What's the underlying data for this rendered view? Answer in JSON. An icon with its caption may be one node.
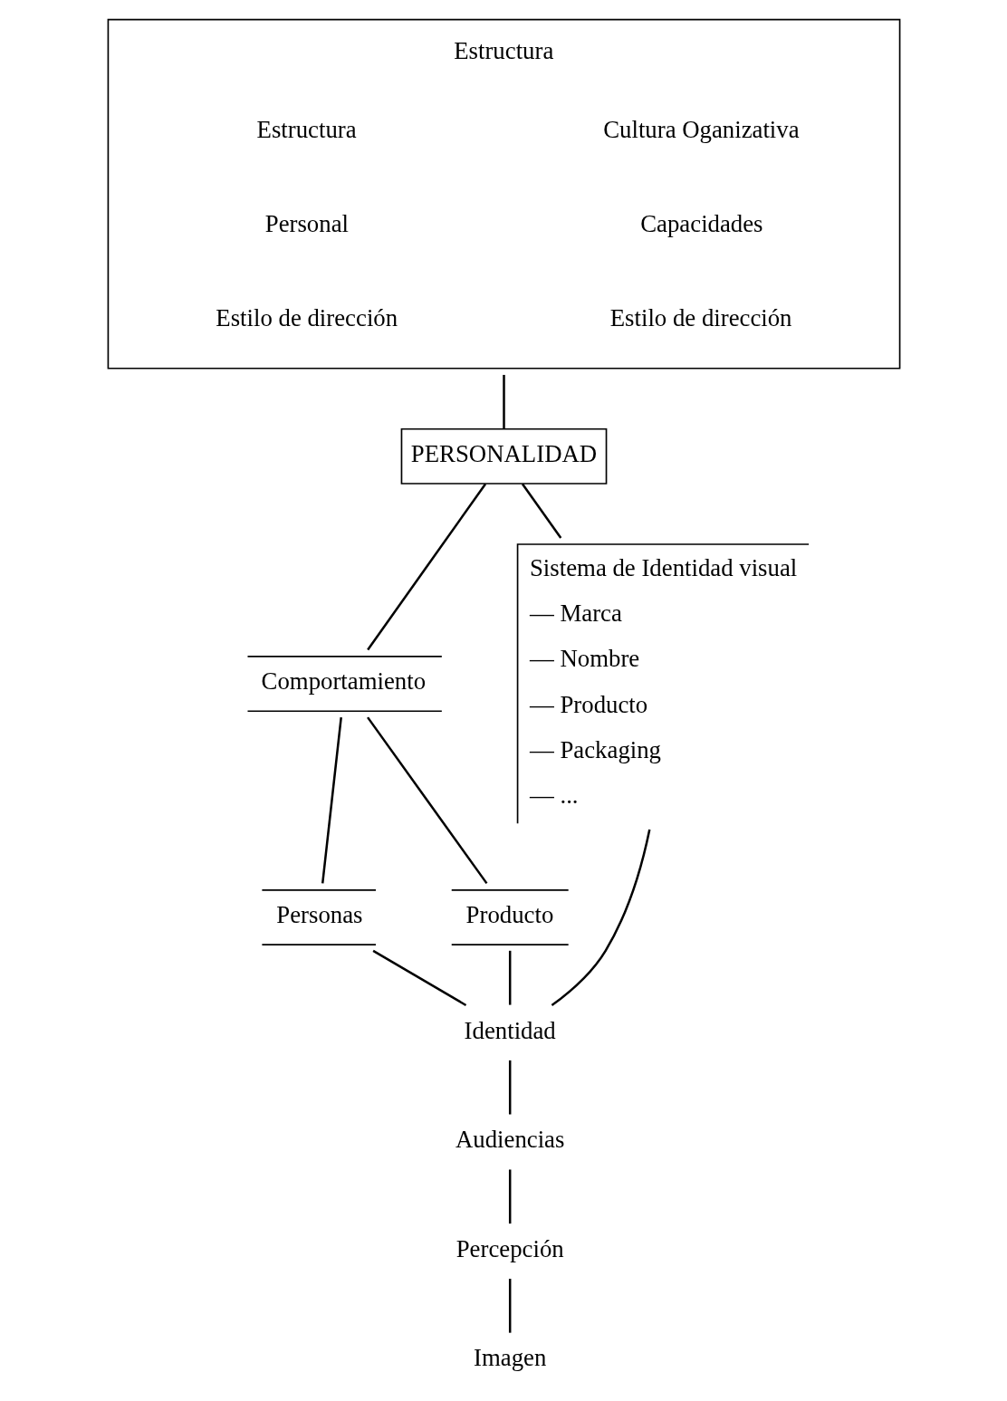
{
  "diagram": {
    "nodes": [
      {
        "text": [
          "Estructura",
          "Estructura",
          "Cultura Oganizativa",
          "Personal",
          "Capacidades",
          "Estilo de dirección",
          "Estilo de dirección"
        ]
      },
      {
        "text": [
          "PERSONALIDAD"
        ]
      },
      {
        "text": [
          "Comportamiento"
        ]
      },
      {
        "text": [
          "Sistema de Identidad visual",
          "— Marca",
          "— Nombre",
          "— Producto",
          "— Packaging",
          "— ..."
        ]
      },
      {
        "text": [
          "Personas"
        ]
      },
      {
        "text": [
          "Producto"
        ]
      },
      {
        "text": [
          "Identidad"
        ]
      },
      {
        "text": [
          "Audiencias"
        ]
      },
      {
        "text": [
          "Percepción"
        ]
      },
      {
        "text": [
          "Imagen"
        ]
      }
    ],
    "edges": [
      {
        "from": 0,
        "to": 1,
        "arrow": "none"
      },
      {
        "from": 1,
        "to": 2,
        "arrow": "none"
      },
      {
        "from": 1,
        "to": 3,
        "arrow": "none"
      },
      {
        "from": 2,
        "to": 4,
        "arrow": "none"
      },
      {
        "from": 2,
        "to": 5,
        "arrow": "none"
      },
      {
        "from": 4,
        "to": 6,
        "arrow": "none"
      },
      {
        "from": 5,
        "to": 6,
        "arrow": "none"
      },
      {
        "from": 3,
        "to": 6,
        "arrow": "none"
      },
      {
        "from": 6,
        "to": 7,
        "arrow": "none"
      },
      {
        "from": 7,
        "to": 8,
        "arrow": "none"
      },
      {
        "from": 8,
        "to": 9,
        "arrow": "none"
      }
    ]
  }
}
